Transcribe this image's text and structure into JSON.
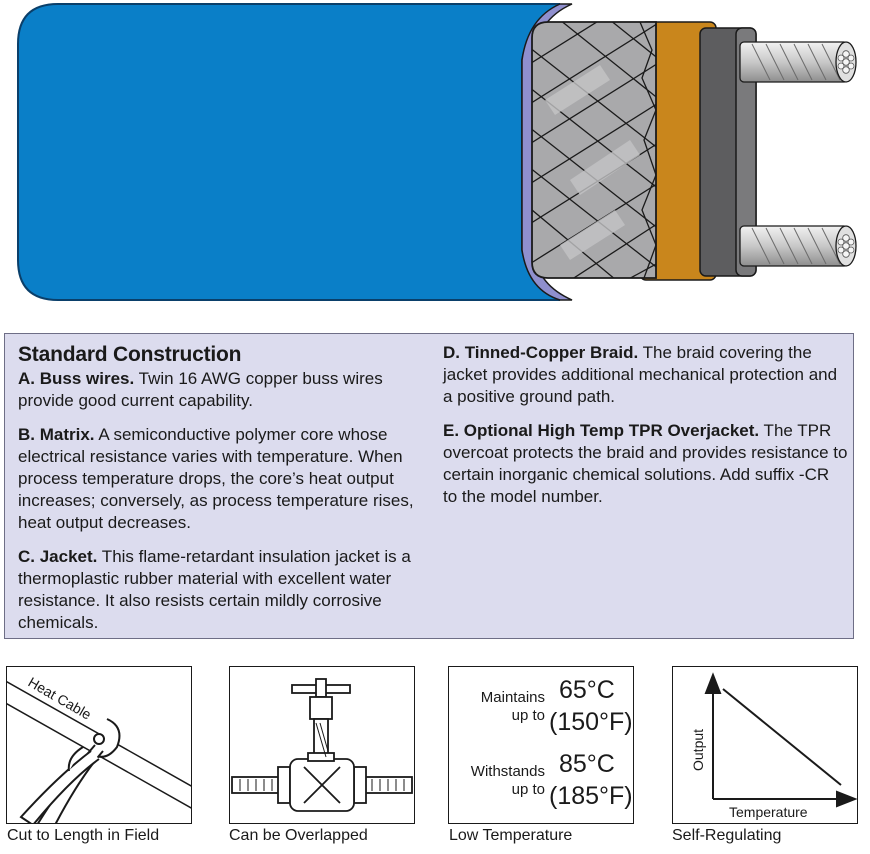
{
  "spec": {
    "title": "Standard Construction",
    "items": [
      {
        "head": "A. Buss wires.",
        "text": " Twin 16 AWG copper buss wires provide good current capability."
      },
      {
        "head": "B. Matrix.",
        "text": " A semiconductive polymer core whose electrical resistance varies with temperature. When process temperature drops, the core’s heat output increases; conversely, as process temperature rises, heat output decreases."
      },
      {
        "head": "C. Jacket.",
        "text": " This flame-retardant insulation jacket is a thermoplastic rubber material with excellent water resistance. It also resists certain mildly corrosive chemicals."
      },
      {
        "head": "D. Tinned-Copper Braid.",
        "text": " The braid covering the jacket provides additional mechanical protection and a positive ground path."
      },
      {
        "head": "E. Optional High Temp TPR Overjacket.",
        "text": " The TPR overcoat protects the braid and provides resistance to certain inorganic chemical solutions. Add suffix -CR to the model number."
      }
    ]
  },
  "icons": {
    "cut": {
      "caption": "Cut to Length in Field",
      "cable_label": "Heat Cable"
    },
    "overlap": {
      "caption": "Can be Overlapped"
    },
    "temp": {
      "caption": "Low Temperature",
      "maintains_line1": "Maintains",
      "maintains_line2": "up to",
      "maintains_c": "65°C",
      "maintains_f": "(150°F)",
      "withstands_line1": "Withstands",
      "withstands_line2": "up to",
      "withstands_c": "85°C",
      "withstands_f": "(185°F)"
    },
    "selfreg": {
      "caption": "Self-Regulating",
      "ylabel": "Output",
      "xlabel": "Temperature"
    }
  },
  "colors": {
    "overjacket": "#0a7fc8",
    "braid": "#a9a9ab",
    "jacket": "#c9861c",
    "matrix": "#5d5d5f",
    "spec_box": "#dcdcee"
  }
}
